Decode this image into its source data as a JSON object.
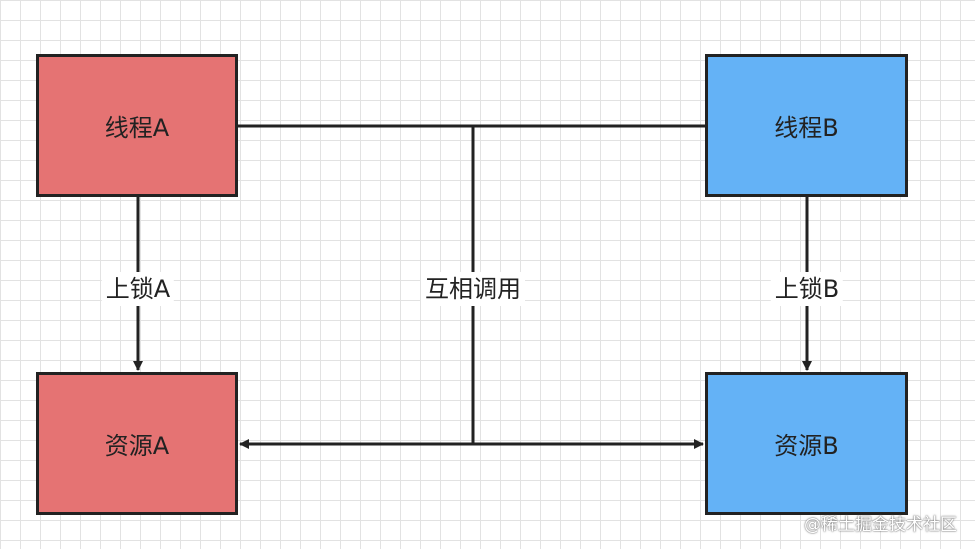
{
  "nodes": {
    "thread_a": "线程A",
    "thread_b": "线程B",
    "resource_a": "资源A",
    "resource_b": "资源B"
  },
  "edges": {
    "lock_a": "上锁A",
    "lock_b": "上锁B",
    "mutual_call": "互相调用"
  },
  "watermark": "@稀土掘金技术社区",
  "colors": {
    "thread_a_fill": "#e57373",
    "resource_a_fill": "#e57373",
    "thread_b_fill": "#64b2f6",
    "resource_b_fill": "#64b2f6",
    "line": "#222222"
  }
}
